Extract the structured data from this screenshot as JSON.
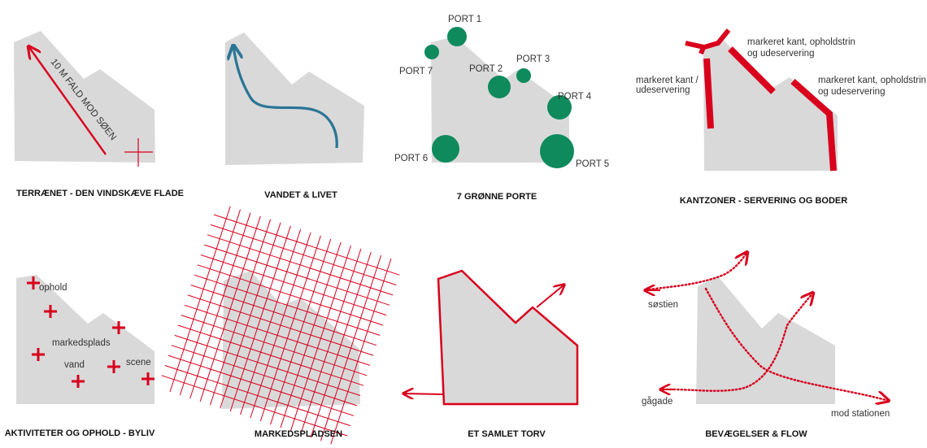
{
  "colors": {
    "site": "#d9d9d9",
    "red": "#d8001c",
    "blue": "#2a7596",
    "green": "#0e8a5d"
  },
  "panels": {
    "terrain": {
      "caption": "TERRÆNET - DEN VINDSKÆVE FLADE",
      "slope_label": "10 M FALD MOD SØEN"
    },
    "water": {
      "caption": "VANDET & LIVET"
    },
    "gates": {
      "caption": "7 GRØNNE PORTE",
      "ports": [
        "PORT 1",
        "PORT 2",
        "PORT 3",
        "PORT 4",
        "PORT 5",
        "PORT 6",
        "PORT 7"
      ]
    },
    "edges": {
      "caption": "KANTZONER - SERVERING OG BODER",
      "label_left": [
        "markeret kant /",
        "udeservering"
      ],
      "label_top": [
        "markeret kant, opholdstrin",
        "og udeservering"
      ],
      "label_right": [
        "markeret kant, opholdstrin",
        "og udeservering"
      ]
    },
    "activities": {
      "caption": "AKTIVITETER OG OPHOLD  - BYLIV",
      "labels": [
        "ophold",
        "markedsplads",
        "vand",
        "scene"
      ]
    },
    "market": {
      "caption": "MARKEDSPLADSEN"
    },
    "square": {
      "caption": "ET SAMLET TORV"
    },
    "flow": {
      "caption": "BEVÆGELSER & FLOW",
      "labels": [
        "søstien",
        "gågade",
        "mod stationen"
      ]
    }
  }
}
